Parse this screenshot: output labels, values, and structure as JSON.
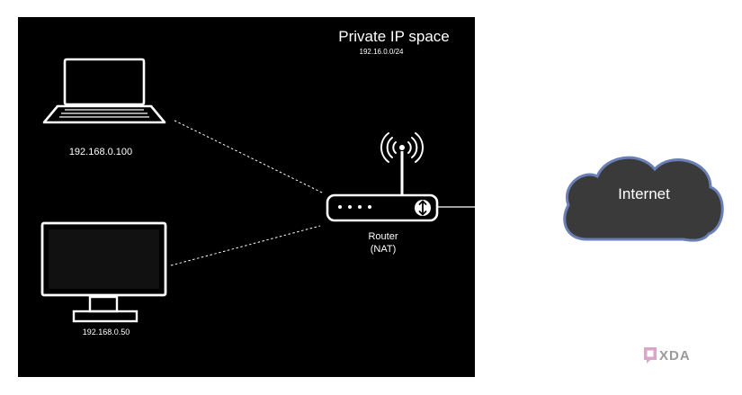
{
  "network": {
    "title": "Private IP space",
    "subnet": "192.16.0.0/24",
    "laptop": {
      "ip": "192.168.0.100"
    },
    "monitor": {
      "ip": "192.168.0.50"
    },
    "router": {
      "label_line1": "Router",
      "label_line2": "(NAT)"
    }
  },
  "cloud": {
    "label": "Internet"
  },
  "watermark": {
    "logo": "XDA"
  },
  "colors": {
    "panel": "#000000",
    "line": "#ffffff",
    "cloud_fill": "#3a3a3a",
    "cloud_stroke": "#6a7fb5",
    "logo_pink": "#d9a6c8",
    "logo_gray": "#9a9a9a"
  }
}
